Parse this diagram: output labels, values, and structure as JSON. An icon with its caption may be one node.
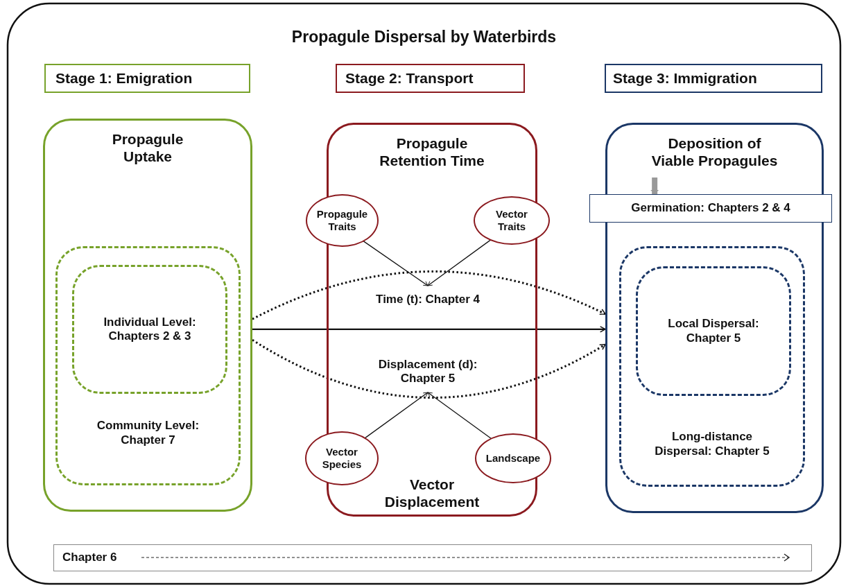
{
  "diagram": {
    "title": "Propagule Dispersal by Waterbirds",
    "nodes": [
      {
        "text": [
          "Stage 1: Emigration"
        ]
      },
      {
        "text": [
          "Stage 2: Transport"
        ]
      },
      {
        "text": [
          "Stage 3: Immigration"
        ]
      },
      {
        "text": [
          "Propagule Uptake"
        ]
      },
      {
        "text": [
          "Community Level: Chapter 7"
        ],
        "in": 3
      },
      {
        "text": [
          "Individual Level: Chapters 2 & 3"
        ],
        "in": 4
      },
      {
        "text": [
          "Propagule Retention Time",
          "Vector Displacement"
        ]
      },
      {
        "text": [
          "Propagule Traits"
        ]
      },
      {
        "text": [
          "Vector Traits"
        ]
      },
      {
        "text": [
          "Time (t): Chapter 4"
        ],
        "in": 6
      },
      {
        "text": [
          "Displacement (d): Chapter 5"
        ],
        "in": 6
      },
      {
        "text": [
          "Vector Species"
        ]
      },
      {
        "text": [
          "Landscape"
        ]
      },
      {
        "text": [
          "Deposition of Viable Propagules"
        ]
      },
      {
        "text": [
          "Germination: Chapters 2 & 4"
        ]
      },
      {
        "text": [
          "Long-distance Dispersal: Chapter 5"
        ],
        "in": 13
      },
      {
        "text": [
          "Local Dispersal: Chapter 5"
        ],
        "in": 15
      },
      {
        "text": [
          "Chapter 6"
        ]
      }
    ],
    "edges": [
      {
        "from": 7,
        "to": 9,
        "arrow": "to"
      },
      {
        "from": 8,
        "to": 9,
        "arrow": "to"
      },
      {
        "from": 11,
        "to": 10,
        "arrow": "to"
      },
      {
        "from": 12,
        "to": 10,
        "arrow": "to"
      },
      {
        "from": 3,
        "to": 13,
        "arrow": "to"
      },
      {
        "from": 3,
        "to": 13,
        "arrow": "to",
        "style": "dashed"
      },
      {
        "from": 3,
        "to": 13,
        "arrow": "to",
        "style": "dashed"
      },
      {
        "from": null,
        "to": 14,
        "arrow": "to",
        "style": "thick",
        "color": "#999999"
      }
    ]
  }
}
